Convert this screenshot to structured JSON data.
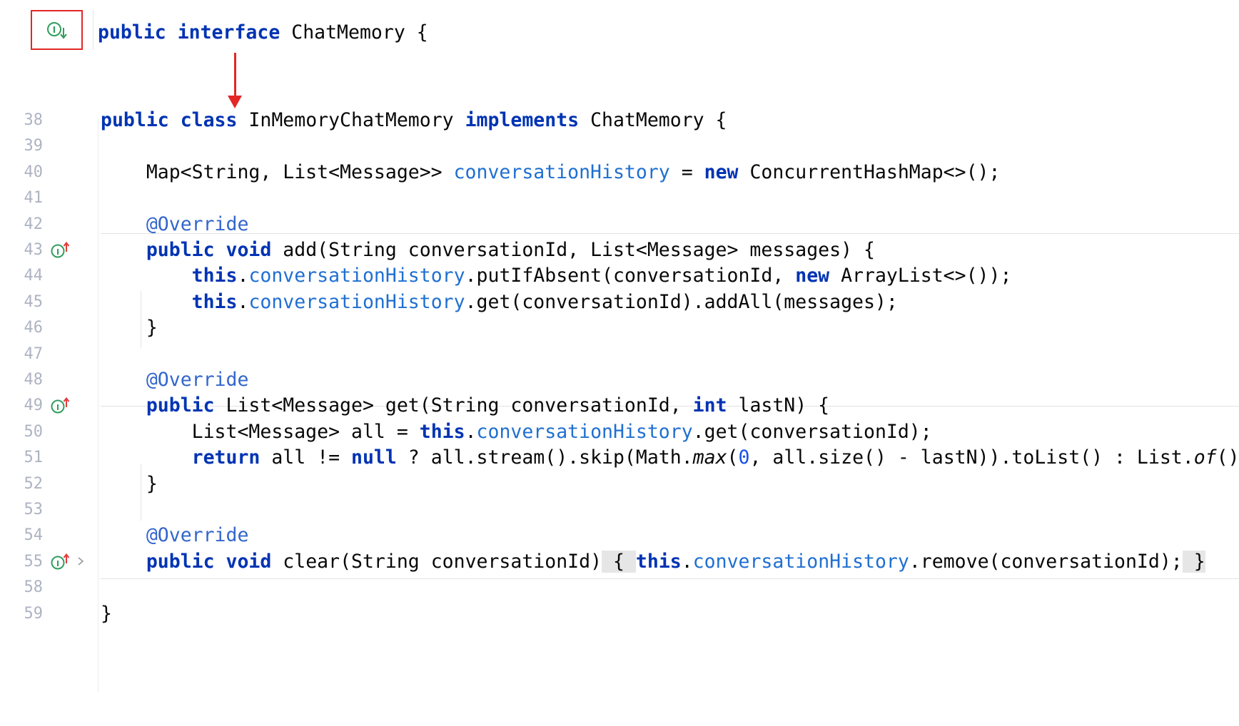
{
  "top": {
    "line_tokens": [
      {
        "t": "public ",
        "c": "kw"
      },
      {
        "t": "interface ",
        "c": "kw"
      },
      {
        "t": "ChatMemory {",
        "c": ""
      }
    ]
  },
  "colors": {
    "highlight_box": "#e32626",
    "arrow": "#e32626",
    "keyword": "#0033b3",
    "field": "#1f6fd1",
    "line_number": "#aeb3c2"
  },
  "editor": {
    "lines": [
      {
        "n": "38",
        "tokens": [
          {
            "t": "public ",
            "c": "kw"
          },
          {
            "t": "class ",
            "c": "kw"
          },
          {
            "t": "InMemoryChatMemory ",
            "c": ""
          },
          {
            "t": "implements ",
            "c": "kw"
          },
          {
            "t": "ChatMemory {",
            "c": ""
          }
        ]
      },
      {
        "n": "39",
        "tokens": []
      },
      {
        "n": "40",
        "tokens": [
          {
            "t": "    Map<String, List<Message>> ",
            "c": ""
          },
          {
            "t": "conversationHistory",
            "c": "fld"
          },
          {
            "t": " = ",
            "c": ""
          },
          {
            "t": "new ",
            "c": "kw"
          },
          {
            "t": "ConcurrentHashMap<>();",
            "c": ""
          }
        ]
      },
      {
        "n": "41",
        "tokens": []
      },
      {
        "n": "42",
        "tokens": [
          {
            "t": "    ",
            "c": ""
          },
          {
            "t": "@Override",
            "c": "ann"
          }
        ]
      },
      {
        "n": "43",
        "icon": "implements-up-icon",
        "tokens": [
          {
            "t": "    ",
            "c": ""
          },
          {
            "t": "public ",
            "c": "kw"
          },
          {
            "t": "void ",
            "c": "kw"
          },
          {
            "t": "add(String conversationId, List<Message> messages) {",
            "c": ""
          }
        ]
      },
      {
        "n": "44",
        "tokens": [
          {
            "t": "        ",
            "c": ""
          },
          {
            "t": "this",
            "c": "kw"
          },
          {
            "t": ".",
            "c": ""
          },
          {
            "t": "conversationHistory",
            "c": "fld"
          },
          {
            "t": ".putIfAbsent(conversationId, ",
            "c": ""
          },
          {
            "t": "new ",
            "c": "kw"
          },
          {
            "t": "ArrayList<>());",
            "c": ""
          }
        ]
      },
      {
        "n": "45",
        "tokens": [
          {
            "t": "        ",
            "c": ""
          },
          {
            "t": "this",
            "c": "kw"
          },
          {
            "t": ".",
            "c": ""
          },
          {
            "t": "conversationHistory",
            "c": "fld"
          },
          {
            "t": ".get(conversationId).addAll(messages);",
            "c": ""
          }
        ]
      },
      {
        "n": "46",
        "tokens": [
          {
            "t": "    }",
            "c": ""
          }
        ]
      },
      {
        "n": "47",
        "tokens": []
      },
      {
        "n": "48",
        "tokens": [
          {
            "t": "    ",
            "c": ""
          },
          {
            "t": "@Override",
            "c": "ann"
          }
        ]
      },
      {
        "n": "49",
        "icon": "implements-up-icon",
        "tokens": [
          {
            "t": "    ",
            "c": ""
          },
          {
            "t": "public ",
            "c": "kw"
          },
          {
            "t": "List<Message> get(String conversationId, ",
            "c": ""
          },
          {
            "t": "int ",
            "c": "kw"
          },
          {
            "t": "lastN) {",
            "c": ""
          }
        ]
      },
      {
        "n": "50",
        "tokens": [
          {
            "t": "        List<Message> all = ",
            "c": ""
          },
          {
            "t": "this",
            "c": "kw"
          },
          {
            "t": ".",
            "c": ""
          },
          {
            "t": "conversationHistory",
            "c": "fld"
          },
          {
            "t": ".get(conversationId);",
            "c": ""
          }
        ]
      },
      {
        "n": "51",
        "tokens": [
          {
            "t": "        ",
            "c": ""
          },
          {
            "t": "return ",
            "c": "kw"
          },
          {
            "t": "all != ",
            "c": ""
          },
          {
            "t": "null",
            "c": "kw"
          },
          {
            "t": " ? all.stream().skip(Math.",
            "c": ""
          },
          {
            "t": "max",
            "c": "ital"
          },
          {
            "t": "(",
            "c": ""
          },
          {
            "t": "0",
            "c": "num"
          },
          {
            "t": ", all.size() - lastN)).toList() : List.",
            "c": ""
          },
          {
            "t": "of",
            "c": "ital"
          },
          {
            "t": "();",
            "c": ""
          }
        ]
      },
      {
        "n": "52",
        "tokens": [
          {
            "t": "    }",
            "c": ""
          }
        ]
      },
      {
        "n": "53",
        "tokens": []
      },
      {
        "n": "54",
        "tokens": [
          {
            "t": "    ",
            "c": ""
          },
          {
            "t": "@Override",
            "c": "ann"
          }
        ]
      },
      {
        "n": "55",
        "icon": "implements-up-icon",
        "fold": true,
        "tokens": [
          {
            "t": "    ",
            "c": ""
          },
          {
            "t": "public ",
            "c": "kw"
          },
          {
            "t": "void ",
            "c": "kw"
          },
          {
            "t": "clear(String conversationId)",
            "c": ""
          },
          {
            "t": " { ",
            "c": "brace-hl"
          },
          {
            "t": "this",
            "c": "kw"
          },
          {
            "t": ".",
            "c": ""
          },
          {
            "t": "conversationHistory",
            "c": "fld"
          },
          {
            "t": ".remove(conversationId);",
            "c": ""
          },
          {
            "t": " }",
            "c": "brace-hl"
          }
        ]
      },
      {
        "n": "58",
        "tokens": []
      },
      {
        "n": "59",
        "tokens": [
          {
            "t": "}",
            "c": ""
          }
        ]
      }
    ]
  }
}
